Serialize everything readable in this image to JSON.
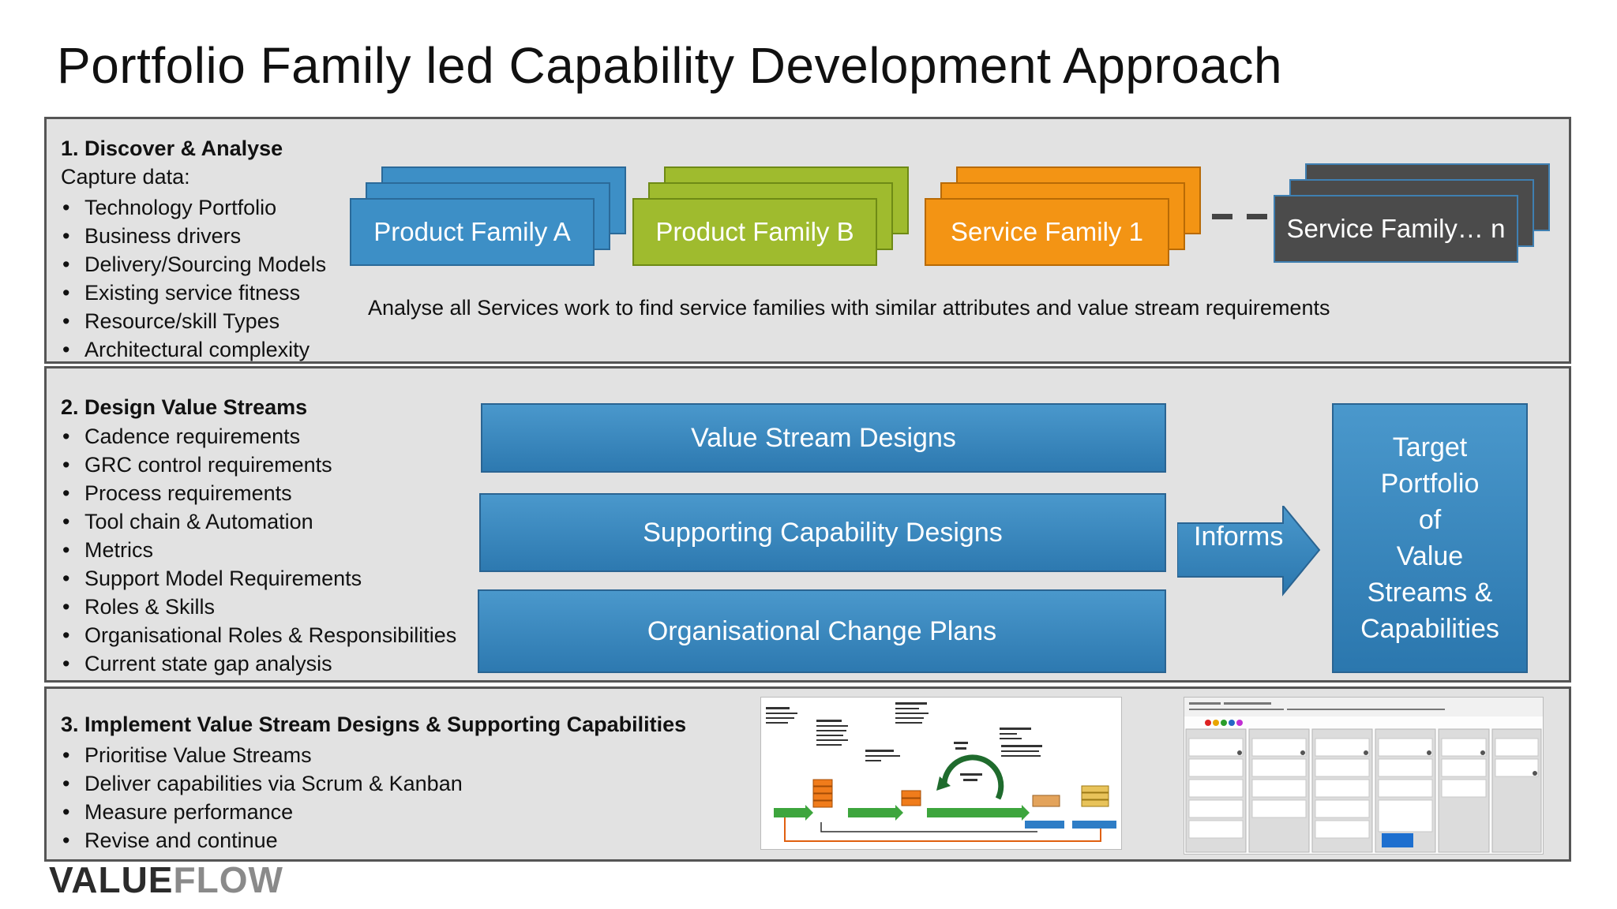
{
  "title": "Portfolio Family led Capability Development Approach",
  "section1": {
    "heading": "1. Discover & Analyse",
    "subheading": "Capture data:",
    "bullets": [
      "Technology Portfolio",
      "Business drivers",
      "Delivery/Sourcing Models",
      "Existing service fitness",
      "Resource/skill Types",
      "Architectural complexity"
    ],
    "families": [
      {
        "label": "Product Family A",
        "color": "#3d8fc6"
      },
      {
        "label": "Product  Family B",
        "color": "#9fbb2e"
      },
      {
        "label": "Service Family 1",
        "color": "#f39414"
      },
      {
        "label": "Service Family… n",
        "color": "#4b4b4b"
      }
    ],
    "note": "Analyse all Services work to find service families with similar attributes and value stream requirements"
  },
  "section2": {
    "heading": "2.  Design Value Streams",
    "bullets": [
      "Cadence requirements",
      "GRC control requirements",
      "Process requirements",
      "Tool chain & Automation",
      "Metrics",
      "Support Model Requirements",
      "Roles & Skills",
      "Organisational Roles & Responsibilities",
      "Current state gap analysis"
    ],
    "designs": [
      "Value Stream Designs",
      "Supporting Capability Designs",
      "Organisational Change Plans"
    ],
    "informs": "Informs",
    "target_lines": [
      "Target",
      "Portfolio",
      "of",
      "Value",
      "Streams &",
      "Capabilities"
    ]
  },
  "section3": {
    "heading": "3.  Implement Value Stream Designs & Supporting Capabilities",
    "bullets": [
      "Prioritise Value Streams",
      "Deliver capabilities via Scrum & Kanban",
      "Measure performance",
      "Revise and continue"
    ],
    "scrum_image": "scrum process diagram",
    "kanban_image": "kanban board screenshot"
  },
  "logo": {
    "part1": "VALUE",
    "part2": "FLOW"
  },
  "colors": {
    "accent_blue": "#3d8fc6",
    "green": "#9fbb2e",
    "orange": "#f39414",
    "dark_grey": "#4b4b4b",
    "panel": "#e2e2e2"
  }
}
